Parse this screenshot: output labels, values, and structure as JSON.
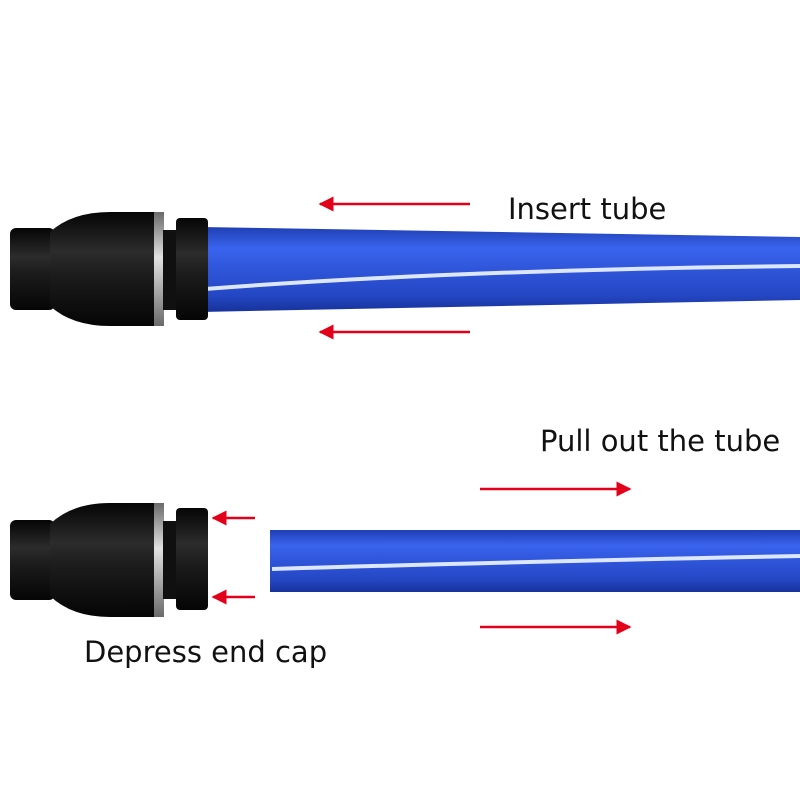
{
  "labels": {
    "insert": "Insert tube",
    "pull_out": "Pull out the tube",
    "depress": "Depress end cap"
  },
  "colors": {
    "tube": "#2f55d9",
    "tube_dark": "#1f3fb3",
    "tube_highlight": "#dde6ff",
    "arrow": "#e3001b",
    "fitting": "#141414",
    "fitting_ring": "#b8b8b8",
    "text": "#111111"
  }
}
